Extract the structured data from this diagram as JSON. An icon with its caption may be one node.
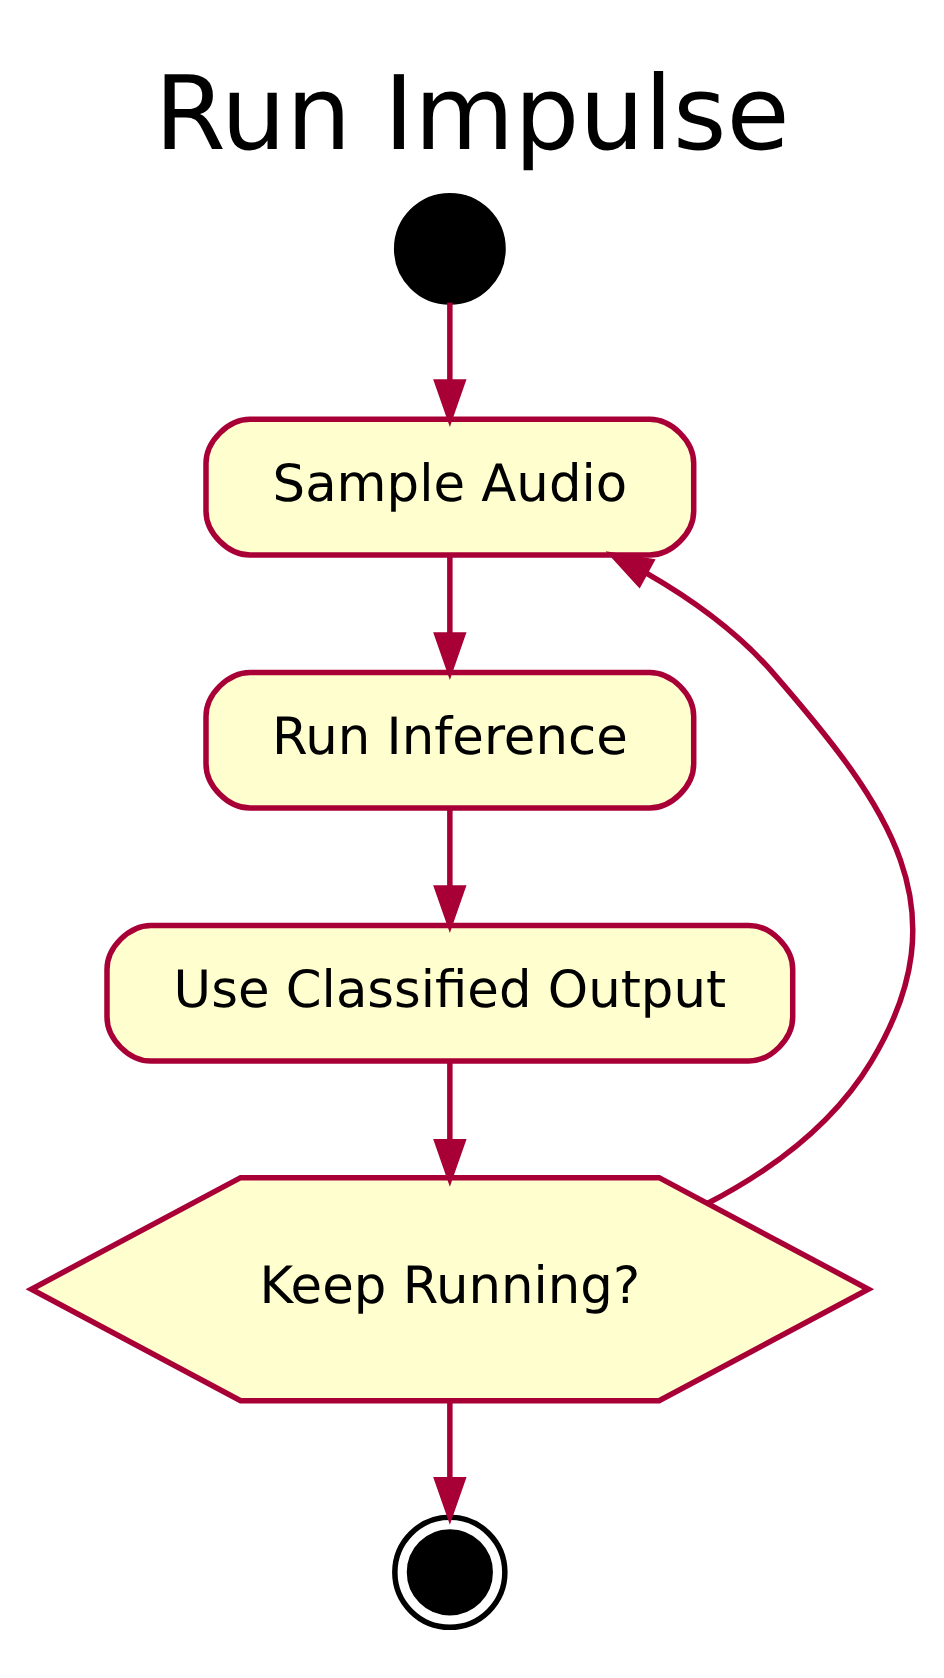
{
  "diagram": {
    "title": "Run Impulse",
    "nodes": [
      {
        "text": [],
        "shape": "circle"
      },
      {
        "text": [
          "Sample Audio"
        ]
      },
      {
        "text": [
          "Run Inference"
        ]
      },
      {
        "text": [
          "Use Classified Output"
        ]
      },
      {
        "text": [
          "Keep Running?"
        ]
      },
      {
        "text": [],
        "shape": "circle"
      }
    ],
    "edges": [
      {
        "from": 0,
        "to": 1,
        "arrow": "to"
      },
      {
        "from": 1,
        "to": 2,
        "arrow": "to"
      },
      {
        "from": 2,
        "to": 3,
        "arrow": "to"
      },
      {
        "from": 3,
        "to": 4,
        "arrow": "to"
      },
      {
        "from": 4,
        "to": 1,
        "arrow": "to"
      },
      {
        "from": 4,
        "to": 5,
        "arrow": "to"
      }
    ]
  }
}
